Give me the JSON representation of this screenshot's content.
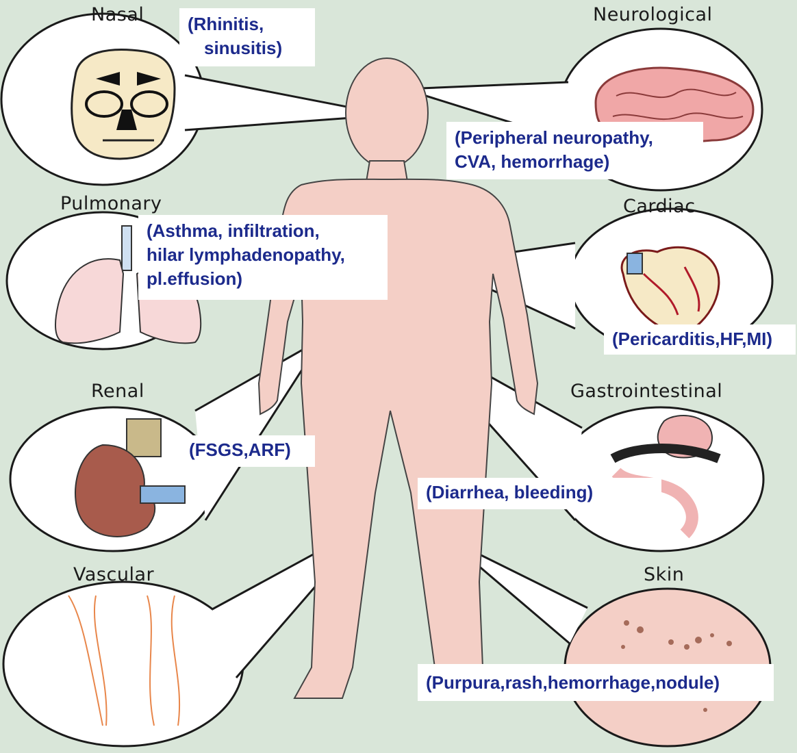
{
  "systems": {
    "nasal": {
      "label": "Nasal",
      "lines": [
        "(Rhinitis,",
        "sinusitis)"
      ]
    },
    "neurological": {
      "label": "Neurological",
      "lines": [
        "(Peripheral neuropathy,",
        "CVA,  hemorrhage)"
      ]
    },
    "pulmonary": {
      "label": "Pulmonary",
      "lines": [
        "(Asthma, infiltration,",
        "hilar lymphadenopathy,",
        "pl.effusion)"
      ]
    },
    "cardiac": {
      "label": "Cardiac",
      "lines": [
        "(Pericarditis,HF,MI)"
      ]
    },
    "renal": {
      "label": "Renal",
      "lines": [
        "(FSGS,ARF)"
      ]
    },
    "gastrointestinal": {
      "label": "Gastrointestinal",
      "lines": [
        "(Diarrhea, bleeding)"
      ]
    },
    "vascular": {
      "label": "Vascular"
    },
    "skin": {
      "label": "Skin",
      "lines": [
        "(Purpura,rash,hemorrhage,nodule)"
      ]
    }
  },
  "colors": {
    "background": "#d9e6d9",
    "body": "#f4cfc6",
    "callout_text": "#1c2a8c",
    "outline": "#1a1a1a"
  }
}
